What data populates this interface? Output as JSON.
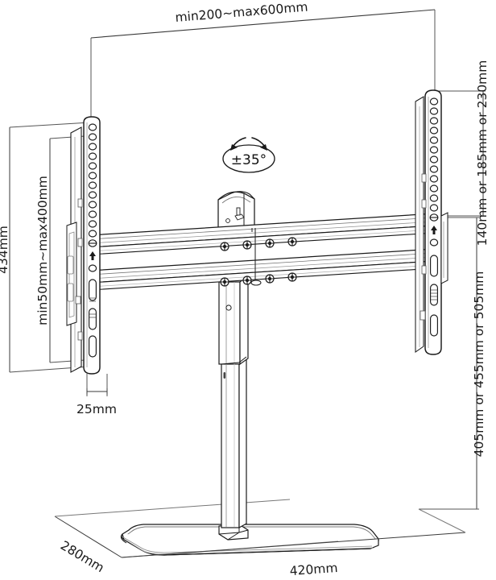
{
  "drawing": {
    "title": "TV stand / tabletop mount dimension drawing",
    "background_color": "#ffffff",
    "line_color": "#1a1a1a",
    "thin_line_color": "#555555",
    "text_color": "#1a1a1a"
  },
  "dimensions": {
    "top_width": "min200~max600mm",
    "left_outer_height": "434mm",
    "left_inner_height": "min50mm~max400mm",
    "left_bracket_offset": "25mm",
    "right_upper_height": "140mm or 185mm or 230mm",
    "right_lower_height": "405mm or 455mm or 505mm",
    "base_depth": "280mm",
    "base_width": "420mm"
  },
  "annotations": {
    "swivel_angle": "±35°"
  },
  "icons": {
    "swivel": "rotation-arrows-icon",
    "screw": "screw-head-icon"
  },
  "parts": {
    "left_bracket": "left-vesa-bracket",
    "right_bracket": "right-vesa-bracket",
    "upper_rail": "upper-crossbar-rail",
    "lower_rail": "lower-crossbar-rail",
    "column": "center-column",
    "swivel_head": "swivel-head",
    "base_plate": "base-plate"
  }
}
